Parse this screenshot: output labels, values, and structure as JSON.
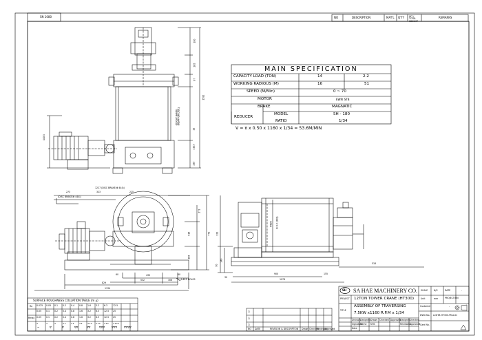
{
  "sheet_id": "SN 1080",
  "revision_table": {
    "headers": [
      "NO",
      "DESCRIPTION",
      "MAT'L",
      "Q'TY",
      "WT / TOTAL WEIGHT",
      "REMARKS"
    ]
  },
  "main_spec": {
    "title": "MAIN  SPECIFICATION",
    "rows": [
      {
        "label": "CAPACITY LOAD (TON)",
        "a": "14",
        "b": "2.2"
      },
      {
        "label": "WORKING RADIOUS (M)",
        "a": "16",
        "b": "51"
      },
      {
        "label": "SPEED (M/Min)",
        "value": "0 ~ 70"
      },
      {
        "label": "MOTOR",
        "value": "EWRI STB"
      },
      {
        "label": "BRAKE",
        "value": "MAGNATIC"
      },
      {
        "group": "REDUCER",
        "label": "MODEL",
        "value": "SH - 180"
      },
      {
        "group": "REDUCER",
        "label": "RATIO",
        "value": "1/34"
      }
    ],
    "formula": "V = π x 0.50 x 1160 x 1/34 =  53.6M/MIN"
  },
  "dimensions": {
    "top_view": [
      "180",
      "265",
      "97",
      "1582",
      "12",
      "1123",
      "225",
      "440.5",
      "(DOCAT BAND) (ADAPTOR DISC)"
    ],
    "front_view": [
      "1227 (DISC BRAKE(Φ 444))",
      "273",
      "323",
      "225",
      "(DISC BRAKE(Φ 444))",
      "271",
      "515",
      "772",
      "265",
      "60",
      "430",
      "532",
      "306",
      "829",
      "1134",
      "4-Φ22 HOLES",
      "60"
    ],
    "side_view": [
      "Φ630",
      "Φ 0.2 (300)",
      "321",
      "140",
      "90",
      "30",
      "900",
      "155",
      "1076",
      "518"
    ]
  },
  "roughness_table": {
    "title": "SURFACE ROUGHNESS COLLATION TABLE (m μ)",
    "row_labels": [
      "Ra",
      "Rmax",
      ""
    ],
    "cols": [
      {
        "h": "0.025",
        "v": "0.05",
        "s": "0.05",
        "sym": "∨"
      },
      {
        "h": "0.05",
        "v": "0.1",
        "s": "0.1",
        "sym": "∨"
      },
      {
        "h": "0.1",
        "v": "0.2",
        "s": "0.2",
        "sym": "∨"
      },
      {
        "h": "0.2",
        "v": "0.4",
        "s": "0.4",
        "sym": "∨∨"
      },
      {
        "h": "0.4",
        "v": "0.8",
        "s": "0.8",
        "sym": "∨∨"
      },
      {
        "h": "0.8",
        "v": "1.6",
        "s": "1.6",
        "sym": "∨∨"
      },
      {
        "h": "1.6",
        "v": "3.2",
        "s": "3.2",
        "sym": "∨∨∨"
      },
      {
        "h": "3.2",
        "v": "6.3",
        "s": "6.3",
        "sym": "∨∨∨"
      },
      {
        "h": "6.3",
        "v": "12.5",
        "s": "12.5",
        "sym": "∨∨∨"
      },
      {
        "h": "12.5",
        "v": "25",
        "s": "25",
        "sym": "∨∨∨∨"
      }
    ],
    "symbols": [
      "~",
      "∇",
      "∇",
      "∇∇",
      "∇∇",
      "∇∇∇",
      "∇∇∇",
      "∇∇∇∇"
    ]
  },
  "revision_block": {
    "headers": [
      "NO",
      "DATE",
      "REVISION & DESCRIPTION",
      "Drawn",
      "Checked",
      "Reviewed",
      "Approved"
    ],
    "marks": [
      "△",
      "△",
      "△"
    ]
  },
  "title_block": {
    "logo_text": "SH",
    "company": "SA HAE MACHINERY CO.",
    "scale_label": "SCALE",
    "scale_value": "N/S",
    "date_label": "DATE",
    "date_value": "-",
    "project_label": "PROJECT",
    "project": "12TON TOWER CRANE (HT300)",
    "unit_label": "Unit",
    "unit_value": "mm",
    "projection_label": "PROJECTION",
    "title_label": "TITLE",
    "title_line1": "ASSEMBLY OF TRAVERSING",
    "title_line2": "7.5KW x1160 R.P.M x 1/34",
    "customer_label": "Customer",
    "customer_value": "-",
    "dwg_no_label": "DWG No.",
    "dwg_no": "A-SHM-HT300-TR-A-01",
    "sign_headers": [
      "Division",
      "Designed",
      "Drawn",
      "Checked",
      "Approved"
    ],
    "sign_row_label": "Signature",
    "name_label": "Name",
    "name_value": "KHS",
    "date_row_label": "Date",
    "sub_headers": [
      "Designed",
      "Checked",
      "Reviewed",
      "Approved"
    ],
    "card_no_label": "Card No.",
    "card_no_value": ""
  }
}
